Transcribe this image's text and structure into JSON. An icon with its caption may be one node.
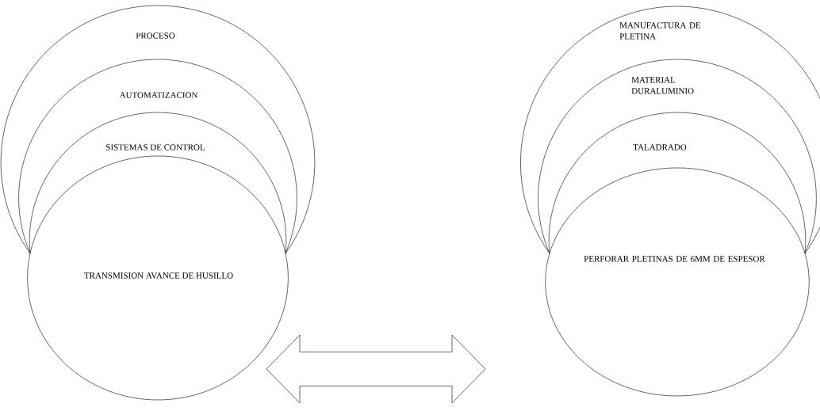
{
  "diagram": {
    "nodes": [
      {
        "text": [
          "PROCESO"
        ]
      },
      {
        "text": [
          "AUTOMATIZACION"
        ],
        "in": 0
      },
      {
        "text": [
          "SISTEMAS DE CONTROL"
        ],
        "in": 1
      },
      {
        "text": [
          "TRANSMISION AVANCE DE HUSILLO"
        ]
      },
      {
        "text": [
          "MANUFACTURA DE PLETINA"
        ]
      },
      {
        "text": [
          "MATERIAL DURALUMINIO"
        ],
        "in": 4
      },
      {
        "text": [
          "TALADRADO"
        ],
        "in": 5
      },
      {
        "text": [
          "PERFORAR PLETINAS DE 6MM DE ESPESOR"
        ]
      }
    ],
    "edges": [
      {
        "from": 3,
        "to": 7,
        "arrow": "both"
      }
    ]
  }
}
